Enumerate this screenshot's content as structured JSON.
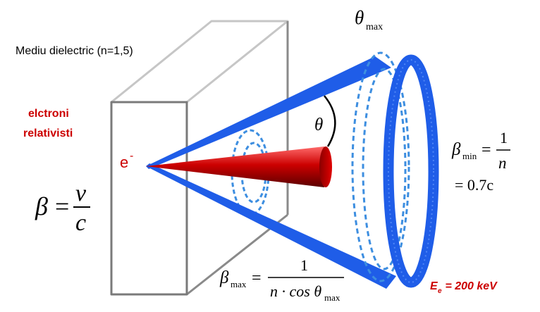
{
  "labels": {
    "medium": "Mediu dielectric (n=1,5)",
    "electrons_line1": "elctroni",
    "electrons_line2": "relativisti",
    "electron_symbol": "e",
    "electron_charge": "-",
    "theta": "θ",
    "theta_max_symbol": "θ",
    "theta_max_sub": "max"
  },
  "formulas": {
    "beta_def": {
      "lhs": "β",
      "eq": "=",
      "num": "v",
      "den": "c"
    },
    "beta_min": {
      "lhs": "β",
      "sub": "min",
      "eq": "=",
      "num": "1",
      "den": "n",
      "value_line": "= 0.7c"
    },
    "beta_max": {
      "lhs": "β",
      "sub": "max",
      "eq": "=",
      "num": "1",
      "den_text": "n · cos θ",
      "den_sub": "max"
    },
    "energy": {
      "symbol": "E",
      "sub": "e",
      "text": " = 200 keV"
    }
  },
  "colors": {
    "label_red": "#cc0000",
    "cone_blue": "#1f5de8",
    "dash_blue": "#3d8ee0",
    "box_dark": "#7a7a7a",
    "box_light": "#bdbdbd",
    "beam_red": "#c00000"
  }
}
